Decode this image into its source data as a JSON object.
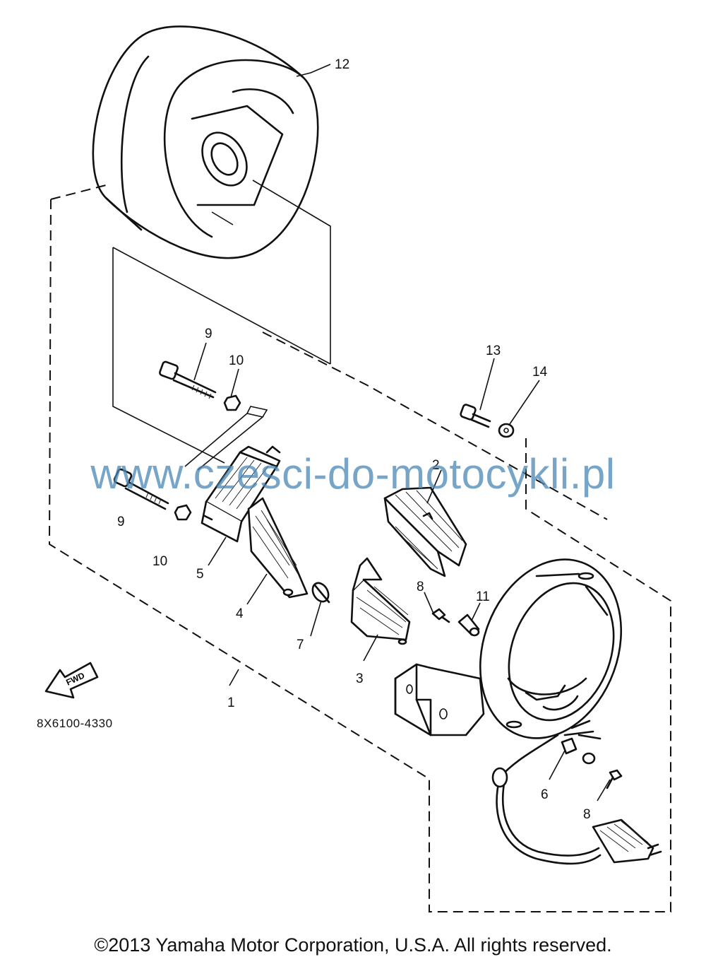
{
  "diagram": {
    "callouts": [
      {
        "id": "c1",
        "label": "1"
      },
      {
        "id": "c2",
        "label": "2"
      },
      {
        "id": "c3",
        "label": "3"
      },
      {
        "id": "c4",
        "label": "4"
      },
      {
        "id": "c5",
        "label": "5"
      },
      {
        "id": "c6",
        "label": "6"
      },
      {
        "id": "c7",
        "label": "7"
      },
      {
        "id": "c8a",
        "label": "8"
      },
      {
        "id": "c8b",
        "label": "8"
      },
      {
        "id": "c9a",
        "label": "9"
      },
      {
        "id": "c9b",
        "label": "9"
      },
      {
        "id": "c10a",
        "label": "10"
      },
      {
        "id": "c10b",
        "label": "10"
      },
      {
        "id": "c11",
        "label": "11"
      },
      {
        "id": "c12",
        "label": "12"
      },
      {
        "id": "c13",
        "label": "13"
      },
      {
        "id": "c14",
        "label": "14"
      }
    ],
    "fwd_label": "FWD",
    "drawing_code": "8X6100-4330"
  },
  "watermark": "www.czesci-do-motocykli.pl",
  "copyright": "©2013 Yamaha Motor Corporation, U.S.A. All rights reserved.",
  "colors": {
    "ink": "#111111",
    "watermark": "#4a88b6",
    "background": "#ffffff"
  }
}
